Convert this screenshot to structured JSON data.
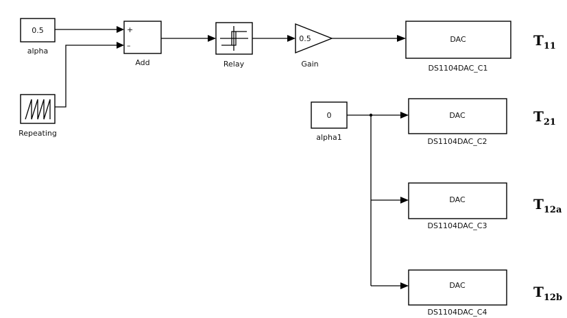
{
  "blocks": {
    "alpha": {
      "value": "0.5",
      "label": "alpha"
    },
    "repeating": {
      "label": "Repeating"
    },
    "add": {
      "label": "Add",
      "plus": "+",
      "minus": "–"
    },
    "relay": {
      "label": "Relay"
    },
    "gain": {
      "value": "0.5",
      "label": "Gain"
    },
    "alpha1": {
      "value": "0",
      "label": "alpha1"
    },
    "dac1": {
      "text": "DAC",
      "label": "DS1104DAC_C1"
    },
    "dac2": {
      "text": "DAC",
      "label": "DS1104DAC_C2"
    },
    "dac3": {
      "text": "DAC",
      "label": "DS1104DAC_C3"
    },
    "dac4": {
      "text": "DAC",
      "label": "DS1104DAC_C4"
    }
  },
  "outputs": {
    "t11": {
      "main": "T",
      "sub": "11"
    },
    "t21": {
      "main": "T",
      "sub": "21"
    },
    "t12a": {
      "main": "T",
      "sub": "12a"
    },
    "t12b": {
      "main": "T",
      "sub": "12b"
    }
  },
  "colors": {
    "line": "#000000",
    "background": "#ffffff"
  }
}
